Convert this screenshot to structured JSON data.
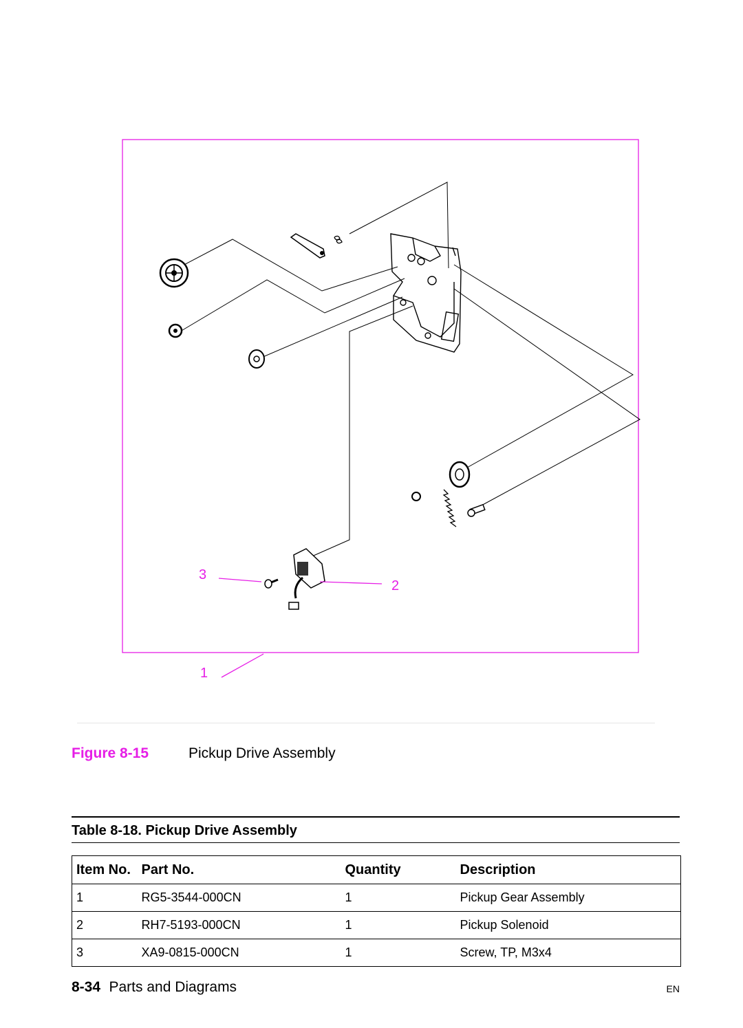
{
  "figure": {
    "callouts": [
      "1",
      "2",
      "3"
    ],
    "label": "Figure 8-15",
    "title": "Pickup Drive Assembly"
  },
  "table": {
    "title": "Table 8-18. Pickup Drive Assembly",
    "headers": [
      "Item No.",
      "Part No.",
      "Quantity",
      "Description"
    ],
    "rows": [
      [
        "1",
        "RG5-3544-000CN",
        "1",
        "Pickup Gear Assembly"
      ],
      [
        "2",
        "RH7-5193-000CN",
        "1",
        "Pickup Solenoid"
      ],
      [
        "3",
        "XA9-0815-000CN",
        "1",
        "Screw, TP, M3x4"
      ]
    ]
  },
  "footer": {
    "page_number": "8-34",
    "section": "Parts and Diagrams",
    "lang": "EN"
  },
  "colors": {
    "accent": "#e61ee6",
    "text": "#000000"
  }
}
